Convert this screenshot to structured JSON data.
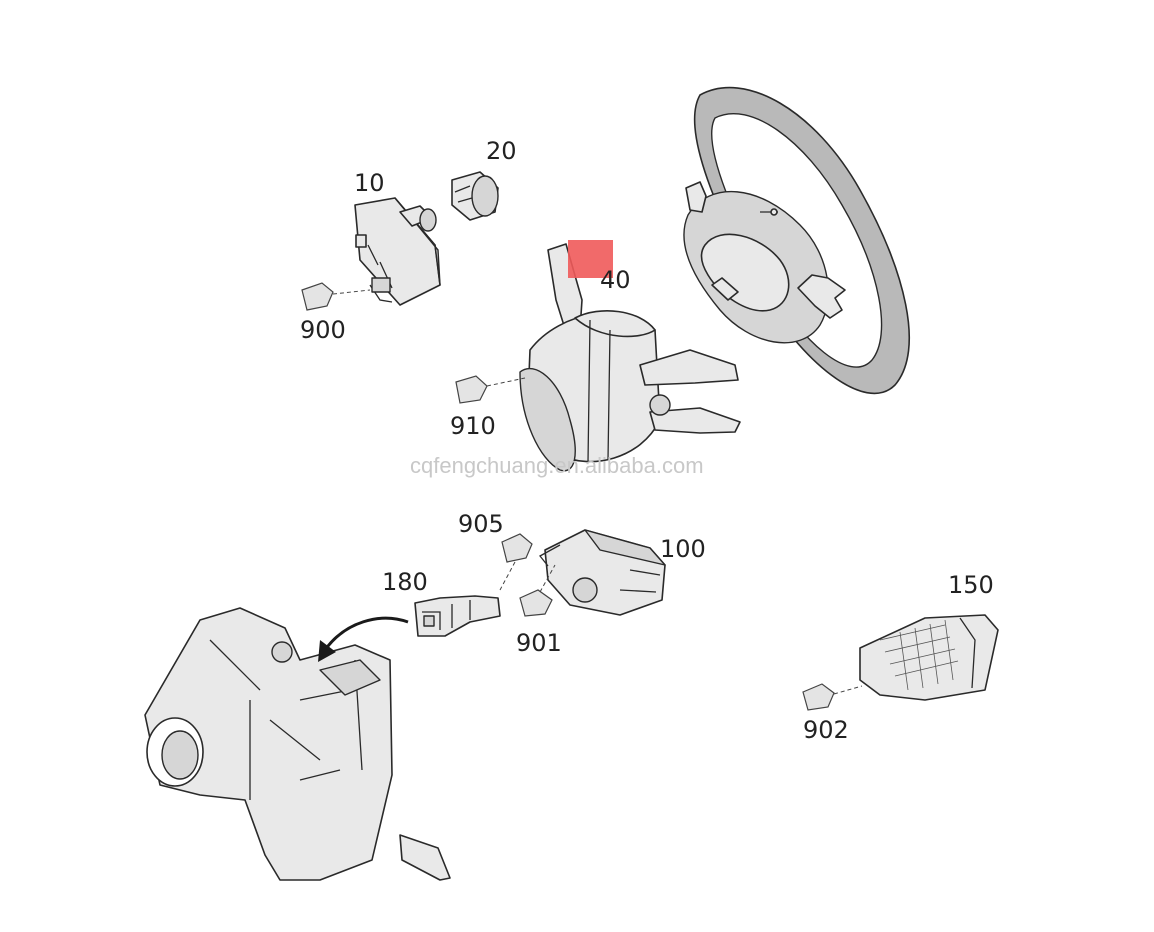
{
  "callouts": {
    "c10": "10",
    "c20": "20",
    "c40": "40",
    "c900": "900",
    "c910": "910",
    "c905": "905",
    "c100": "100",
    "c180": "180",
    "c901": "901",
    "c150": "150",
    "c902": "902"
  },
  "watermark": "cqfengchuang.en.alibaba.com",
  "highlight_color": "#f05a5a"
}
